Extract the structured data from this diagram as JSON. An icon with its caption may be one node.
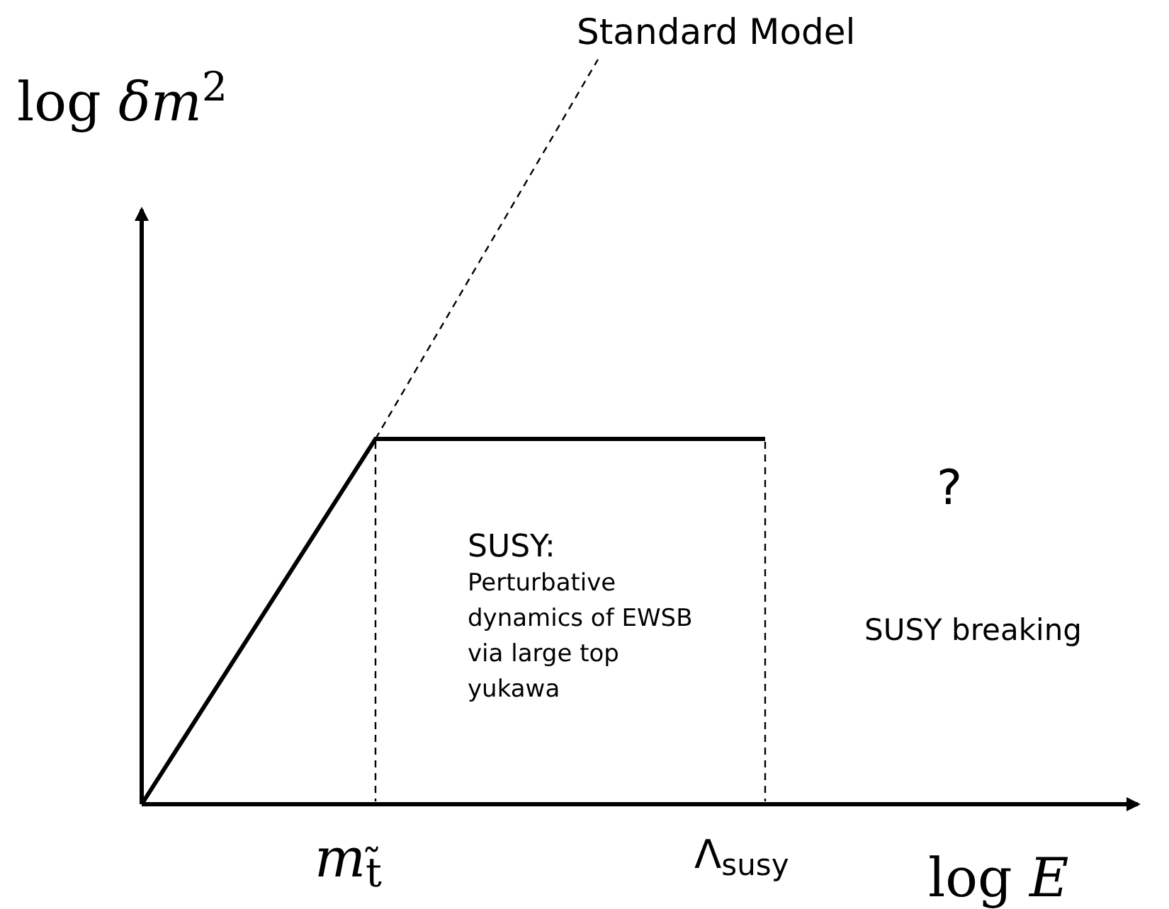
{
  "diagram": {
    "labels": [
      "Standard Model",
      "log *δm*$^{2}$",
      "?",
      "SUSY:",
      "Perturbative dynamics of EWSB via large top yukawa",
      "SUSY breaking",
      "*m*$_{t̃}$",
      "Λ$_{susy}$",
      "log *E*"
    ]
  }
}
